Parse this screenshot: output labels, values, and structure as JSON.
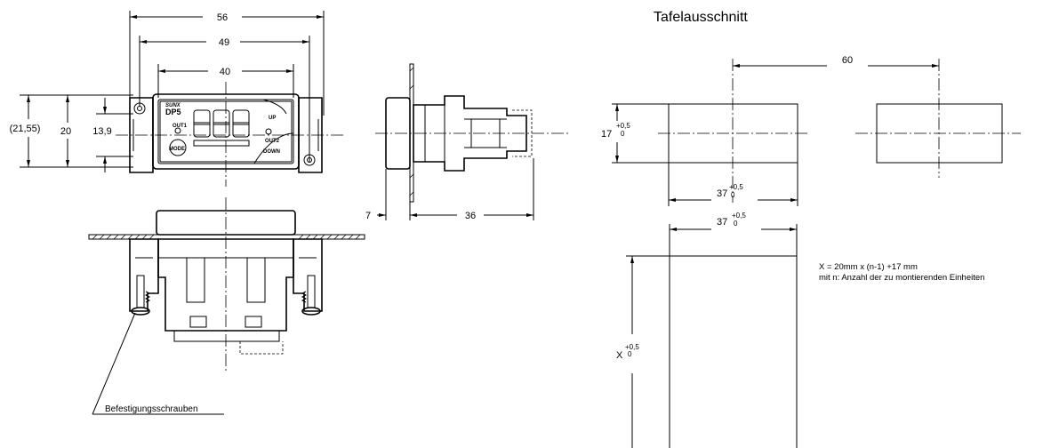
{
  "panel_cutout_title": "Tafelausschnitt",
  "front_view": {
    "dim_overall_width": "56",
    "dim_mount_pitch": "49",
    "dim_bezel_width": "40",
    "dim_overall_height": "(21,55)",
    "dim_bezel_height": "20",
    "dim_window_height": "13,9",
    "brand": "SUNX",
    "model": "DP5",
    "label_out1": "OUT1",
    "label_out2": "OUT2",
    "label_mode": "MODE",
    "label_up": "UP",
    "label_down": "DOWN"
  },
  "side_view": {
    "dim_panel_thickness": "7",
    "dim_depth": "36"
  },
  "mounting_view": {
    "callout": "Befestigungsschrauben"
  },
  "cutout": {
    "dim_pitch": "60",
    "dim_height": "17",
    "dim_height_tol": "+0,5",
    "dim_height_tol_low": "0",
    "dim_width": "37",
    "dim_width_tol": "+0,5",
    "dim_width_tol_low": "0",
    "dim_gang_width": "37",
    "dim_gang_width_tol": "+0,5",
    "dim_gang_width_tol_low": "0",
    "dim_gang_height": "X",
    "dim_gang_height_tol": "+0,5",
    "dim_gang_height_tol_low": "0",
    "formula": "X = 20mm x (n-1) +17 mm",
    "formula_note": "mit n: Anzahl der zu montierenden Einheiten"
  }
}
